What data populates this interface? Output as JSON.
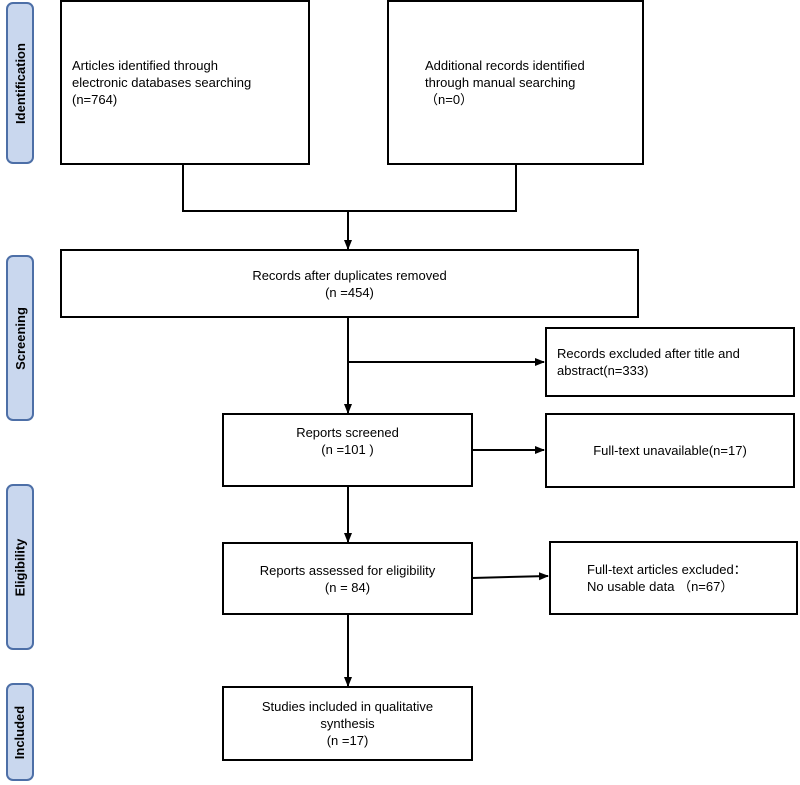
{
  "phases": {
    "identification": "Identification",
    "screening": "Screening",
    "eligibility": "Eligibility",
    "included": "Included"
  },
  "boxes": {
    "identified": {
      "line1": "Articles identified through",
      "line2": "electronic databases searching",
      "line3": "(n=764)"
    },
    "additional": {
      "line1": "Additional records identified",
      "line2": "through manual searching",
      "line3": "（n=0）"
    },
    "duplicates_removed": {
      "line1": "Records after duplicates removed",
      "line2": "(n =454)"
    },
    "excluded_title": {
      "line1": "Records excluded after title and",
      "line2": "abstract(n=333)"
    },
    "screened": {
      "line1": "Reports screened",
      "line2": "(n =101 )"
    },
    "unavailable": {
      "line1": "Full-text unavailable(n=17)"
    },
    "assessed": {
      "line1": "Reports assessed  for eligibility",
      "line2": "(n = 84)"
    },
    "excluded_fulltext": {
      "line1": "Full-text articles excluded：",
      "line2": "No usable data  （n=67）"
    },
    "included": {
      "line1": "Studies included in qualitative",
      "line2": "synthesis",
      "line3": "(n =17)"
    }
  }
}
